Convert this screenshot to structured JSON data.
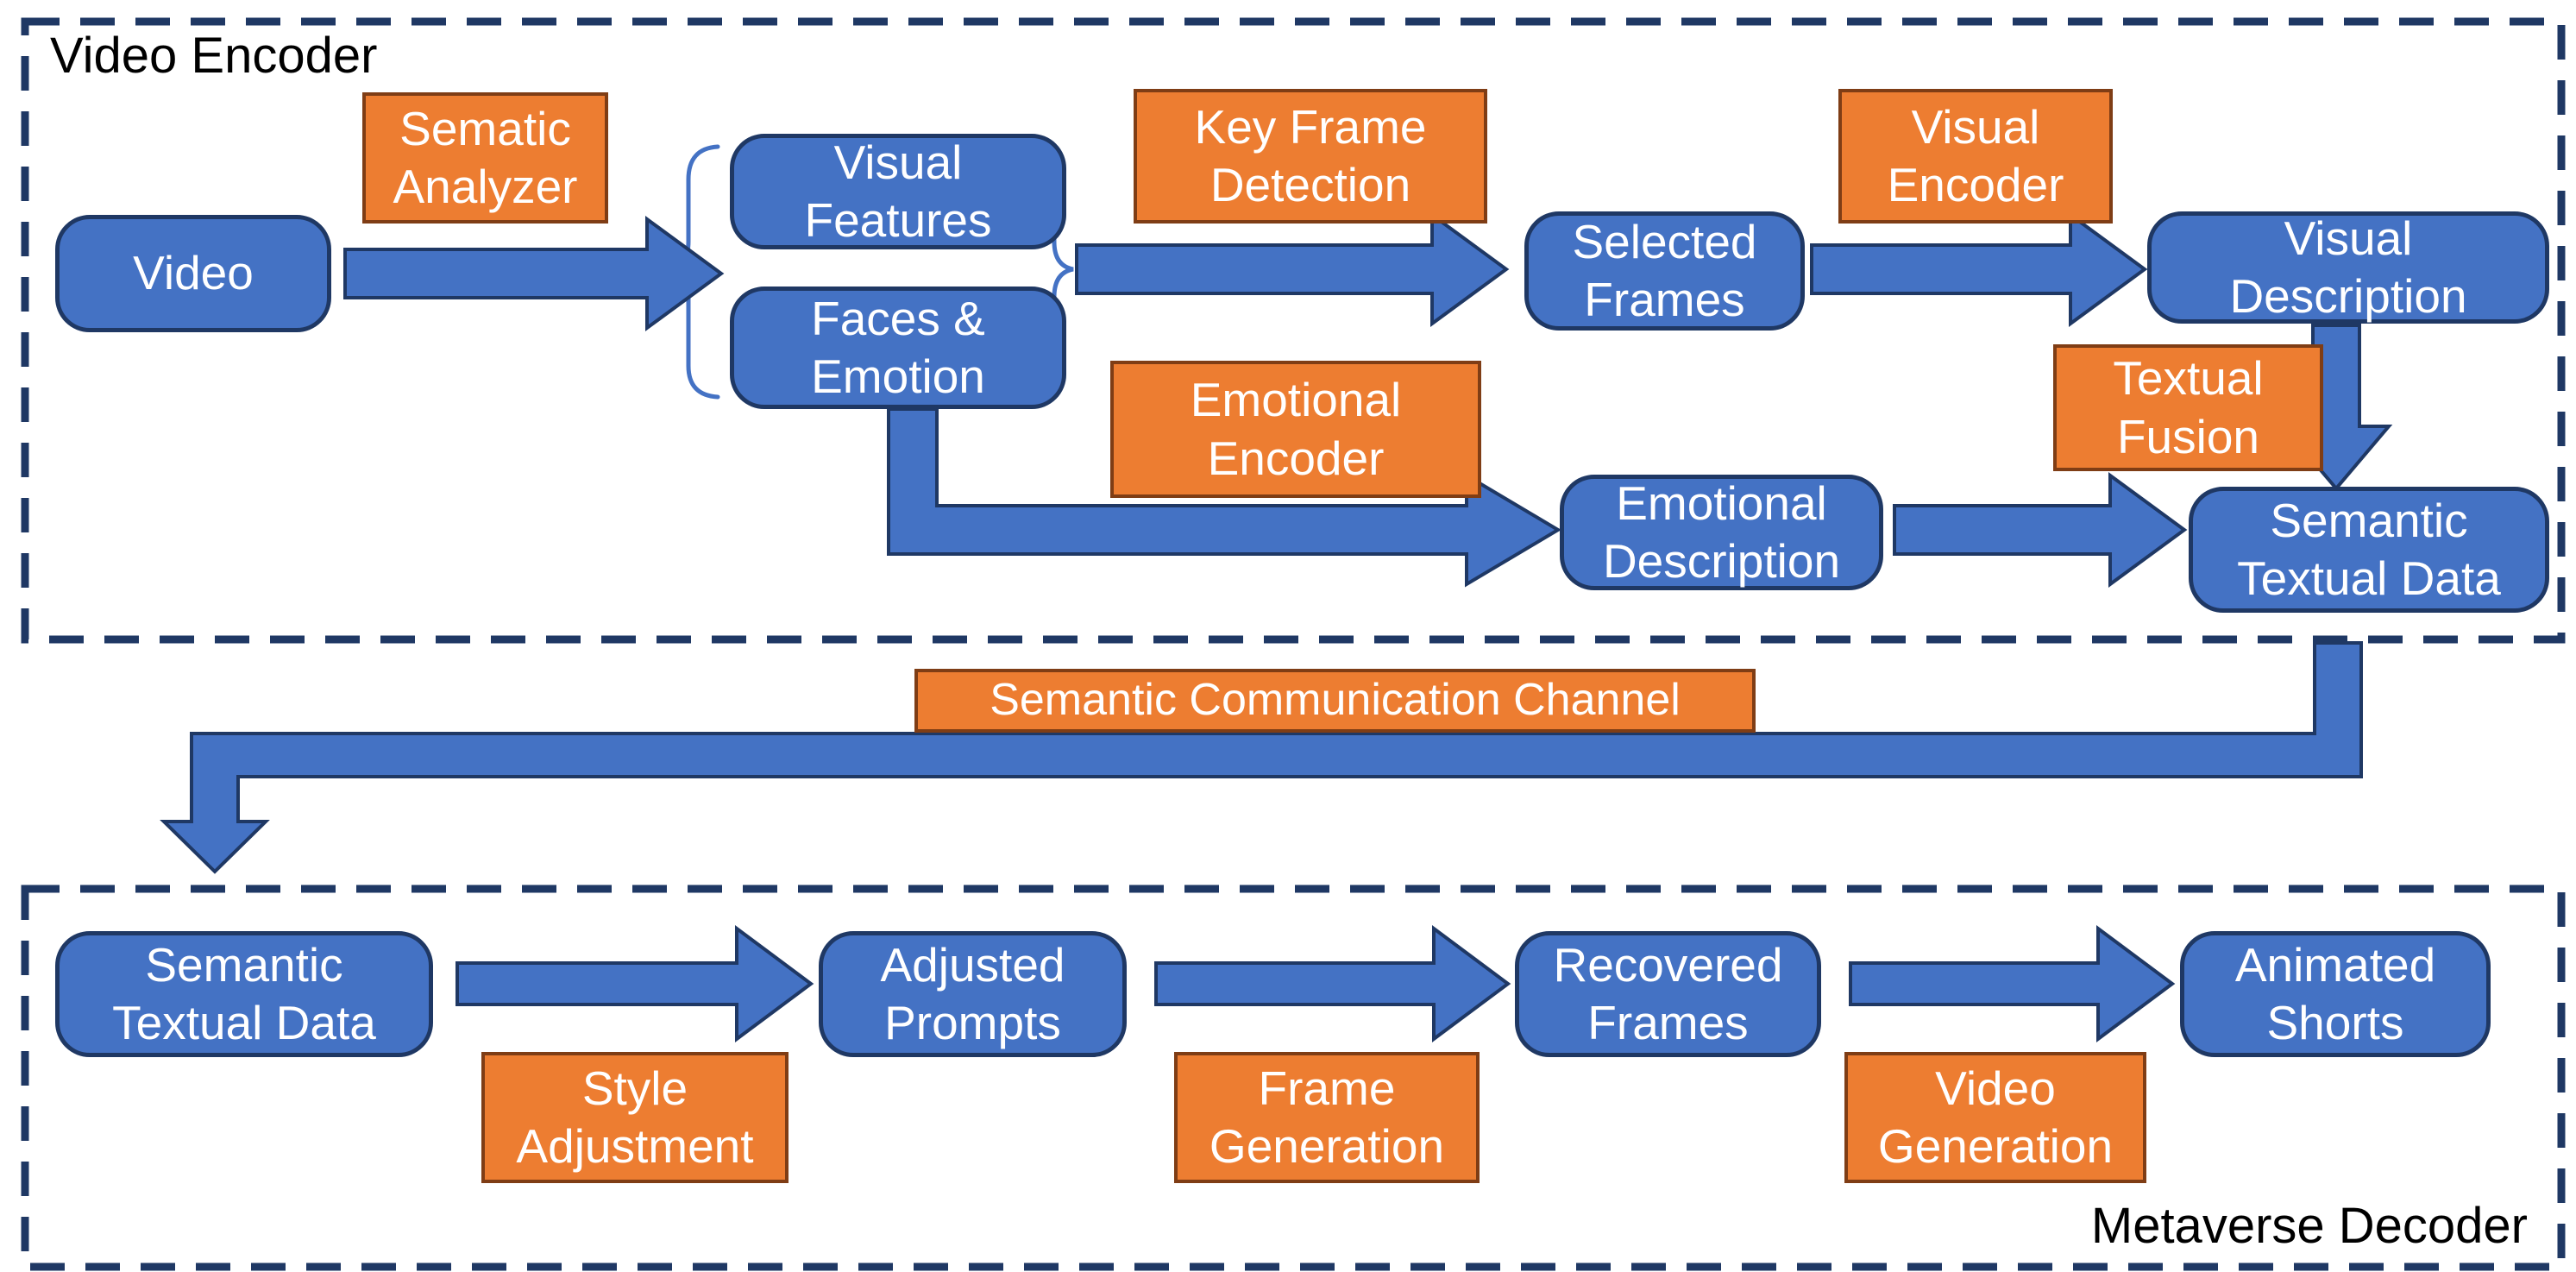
{
  "colors": {
    "blue_fill": "#4472C4",
    "blue_border": "#1F3864",
    "orange_fill": "#ED7D31",
    "orange_border": "#7F3D15",
    "arrow_fill": "#4472C4",
    "arrow_border": "#1F3864",
    "boundary": "#1F3864",
    "brace": "#4472C4",
    "text_light": "#FFFFFF",
    "label_dark": "#000000"
  },
  "encoder": {
    "label": "Video Encoder",
    "nodes": {
      "video": "Video",
      "sematic_analyzer": "Sematic\nAnalyzer",
      "visual_features": "Visual\nFeatures",
      "faces_emotion": "Faces &\nEmotion",
      "key_frame_detection": "Key Frame\nDetection",
      "selected_frames": "Selected\nFrames",
      "visual_encoder": "Visual\nEncoder",
      "visual_description": "Visual\nDescription",
      "textual_fusion": "Textual\nFusion",
      "emotional_encoder": "Emotional\nEncoder",
      "emotional_description": "Emotional\nDescription",
      "semantic_textual_data": "Semantic\nTextual Data"
    }
  },
  "channel": {
    "label": "Semantic Communication Channel"
  },
  "decoder": {
    "label": "Metaverse Decoder",
    "nodes": {
      "semantic_textual_data": "Semantic\nTextual Data",
      "style_adjustment": "Style\nAdjustment",
      "adjusted_prompts": "Adjusted\nPrompts",
      "frame_generation": "Frame\nGeneration",
      "recovered_frames": "Recovered\nFrames",
      "video_generation": "Video\nGeneration",
      "animated_shorts": "Animated\nShorts"
    }
  }
}
